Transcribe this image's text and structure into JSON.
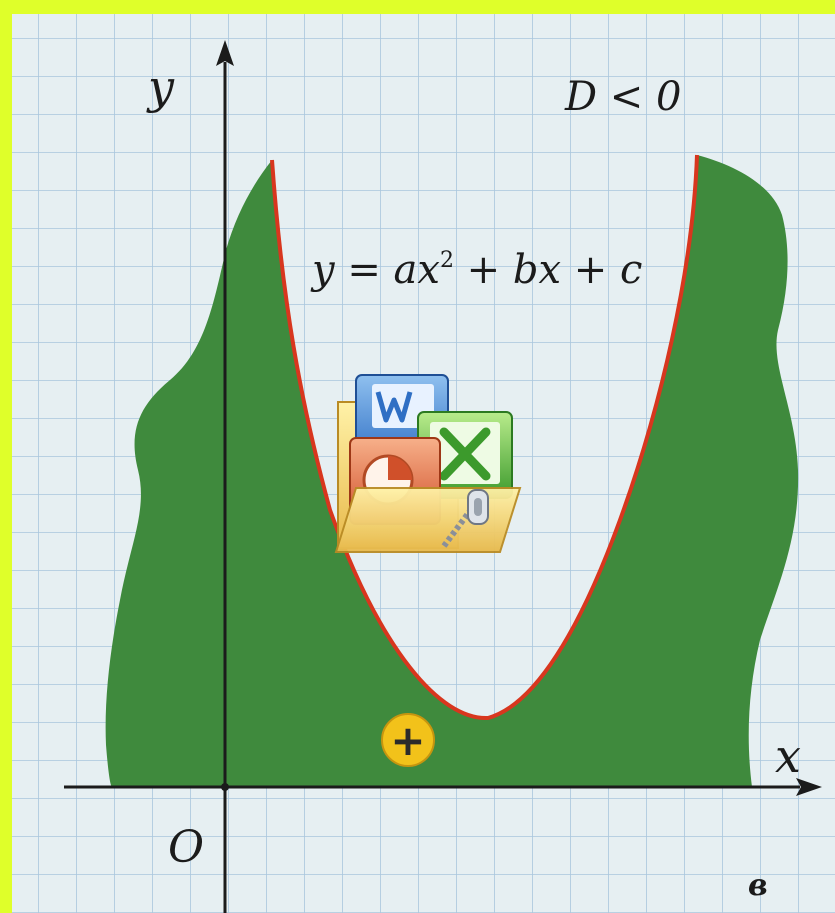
{
  "colors": {
    "frame": "#dfff2a",
    "paper": "#e6eff2",
    "grid": "#a9c6dd",
    "fill_region": "#3f8a3d",
    "parabola": "#d8361e",
    "axis": "#1b1b1b",
    "plus_circle": "#f2c21a"
  },
  "labels": {
    "y_axis": "y",
    "x_axis": "x",
    "origin": "O",
    "condition": "D < 0",
    "equation_lhs": "y = ax",
    "equation_exp": "2",
    "equation_rhs": " + bx + c",
    "sign": "+",
    "panel_letter": "в"
  },
  "icons": {
    "office": "office-suite-icon",
    "word": "word-icon",
    "excel": "excel-icon",
    "powerpoint": "powerpoint-icon",
    "folder": "folder-icon",
    "zipper": "zipper-icon"
  }
}
